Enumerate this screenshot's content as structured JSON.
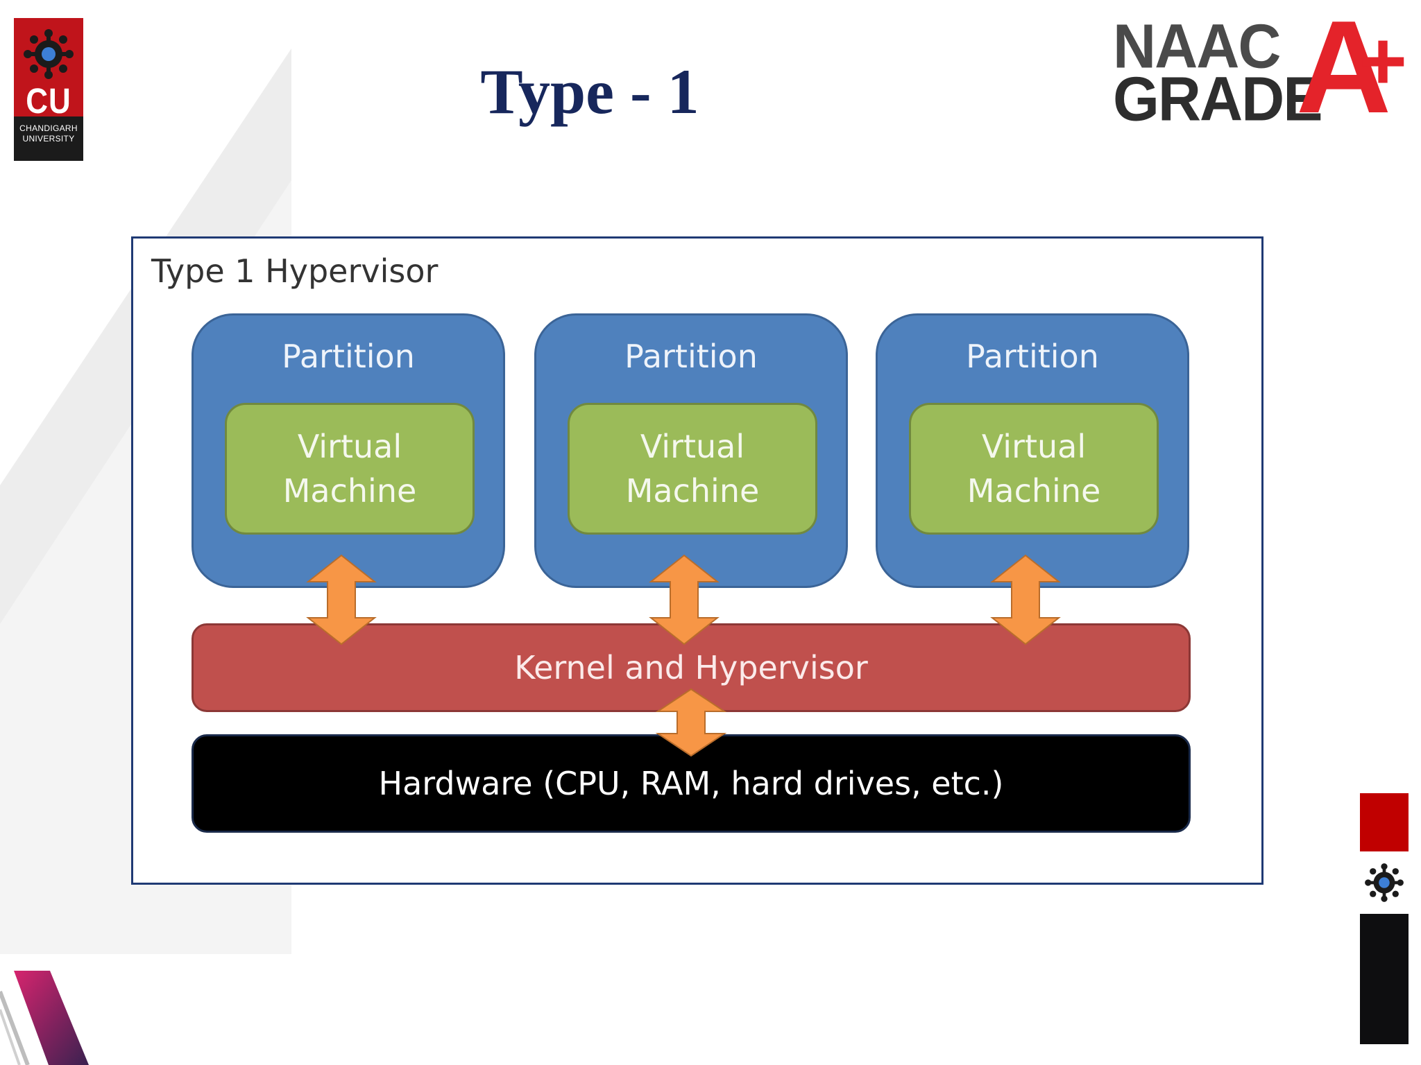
{
  "header": {
    "title": "Type - 1"
  },
  "cu_logo": {
    "abbr": "CU",
    "line1": "CHANDIGARH",
    "line2": "UNIVERSITY"
  },
  "naac_logo": {
    "line1": "NAAC",
    "line2": "GRADE",
    "grade": "A",
    "plus": "+"
  },
  "diagram": {
    "title": "Type 1 Hypervisor",
    "partitions": [
      {
        "label": "Partition",
        "vm_label": "Virtual Machine"
      },
      {
        "label": "Partition",
        "vm_label": "Virtual Machine"
      },
      {
        "label": "Partition",
        "vm_label": "Virtual Machine"
      }
    ],
    "kernel_label": "Kernel and Hypervisor",
    "hardware_label": "Hardware (CPU, RAM, hard drives, etc.)",
    "colors": {
      "partition": "#4f81bd",
      "virtual_machine": "#9bbb59",
      "kernel": "#c0504d",
      "hardware": "#000000",
      "arrow": "#f79646"
    }
  }
}
